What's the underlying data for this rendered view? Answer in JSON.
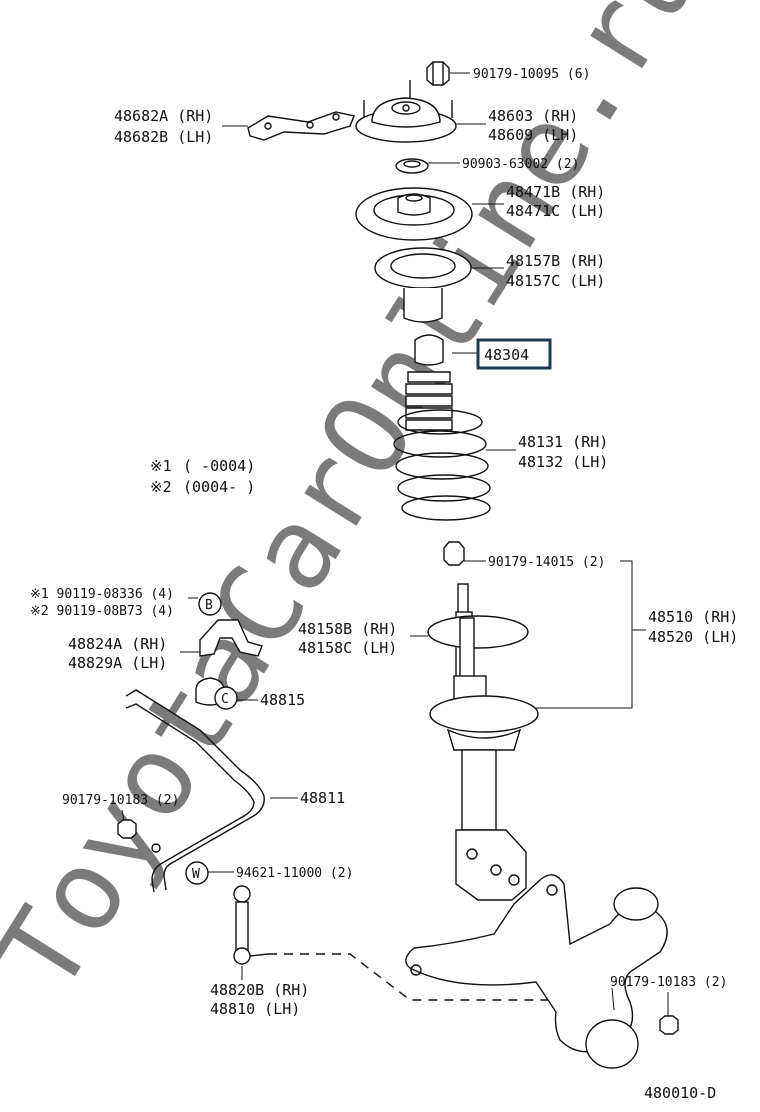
{
  "watermark": "ToyotaCarOnline.ru",
  "diagram_code": "480010-D",
  "notes": [
    {
      "mark": "※1",
      "range": "(      -0004)"
    },
    {
      "mark": "※2",
      "range": "(0004-      )"
    }
  ],
  "parts": {
    "nut_top": "90179-10095 (6)",
    "bracket_rh": "48682A (RH)",
    "bracket_lh": "48682B (LH)",
    "support_rh": "48603 (RH)",
    "support_lh": "48609 (LH)",
    "bearing": "90903-63002 (2)",
    "seat_upper_rh": "48471B (RH)",
    "seat_upper_lh": "48471C (LH)",
    "insulator_rh": "48157B (RH)",
    "insulator_lh": "48157C (LH)",
    "bumper": "48304",
    "spring_rh": "48131 (RH)",
    "spring_lh": "48132 (LH)",
    "nut_strut": "90179-14015 (2)",
    "strut_rh": "48510 (RH)",
    "strut_lh": "48520 (LH)",
    "seat_lower_rh": "48158B (RH)",
    "seat_lower_lh": "48158C (LH)",
    "bolt1": "※1 90119-08336 (4)",
    "bolt2": "※2 90119-08B73 (4)",
    "stab_bracket_rh": "48824A (RH)",
    "stab_bracket_lh": "48829A (LH)",
    "callout_b": "B",
    "callout_c": "C",
    "bushing": "48815",
    "stab_bar": "48811",
    "nut_stab": "90179-10183 (2)",
    "callout_w": "W",
    "washer": "94621-11000 (2)",
    "link_rh": "48820B (RH)",
    "link_lh": "48810  (LH)",
    "nut_knuckle": "90179-10183 (2)"
  }
}
